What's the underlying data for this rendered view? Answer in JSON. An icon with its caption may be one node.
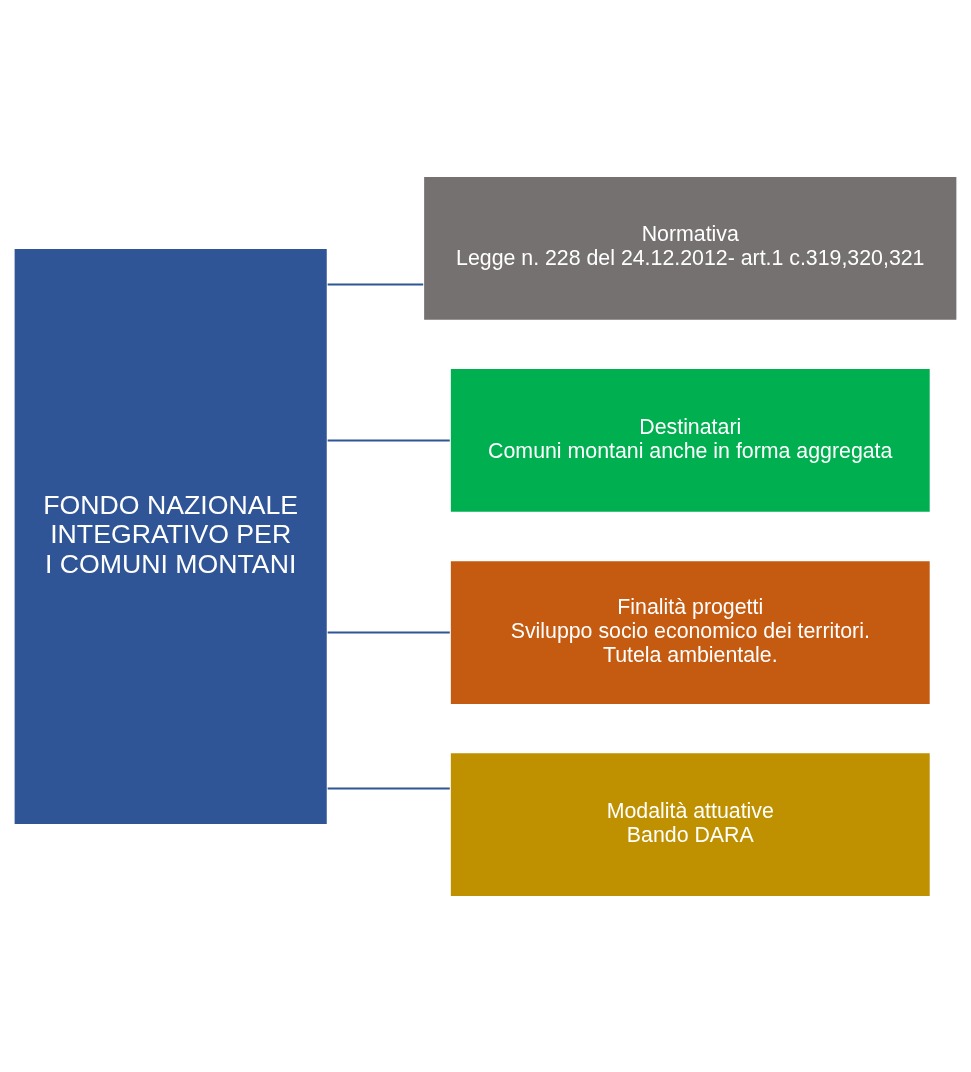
{
  "diagram": {
    "nodes": [
      {
        "text": [
          "FONDO NAZIONALE INTEGRATIVO PER I COMUNI MONTANI"
        ]
      },
      {
        "text": [
          "Normativa",
          "Legge n. 228 del 24.12.2012- art.1 c.319,320,321"
        ]
      },
      {
        "text": [
          "Destinatari",
          "Comuni montani anche in forma aggregata"
        ]
      },
      {
        "text": [
          "Finalità progetti",
          "Sviluppo socio economico dei territori.",
          "Tutela ambientale."
        ]
      },
      {
        "text": [
          "Modalità attuative",
          "Bando DARA"
        ]
      }
    ],
    "edges": [
      {
        "from": 0,
        "to": 1,
        "arrow": "none"
      },
      {
        "from": 0,
        "to": 2,
        "arrow": "none"
      },
      {
        "from": 0,
        "to": 3,
        "arrow": "none"
      },
      {
        "from": 0,
        "to": 4,
        "arrow": "none"
      }
    ]
  }
}
